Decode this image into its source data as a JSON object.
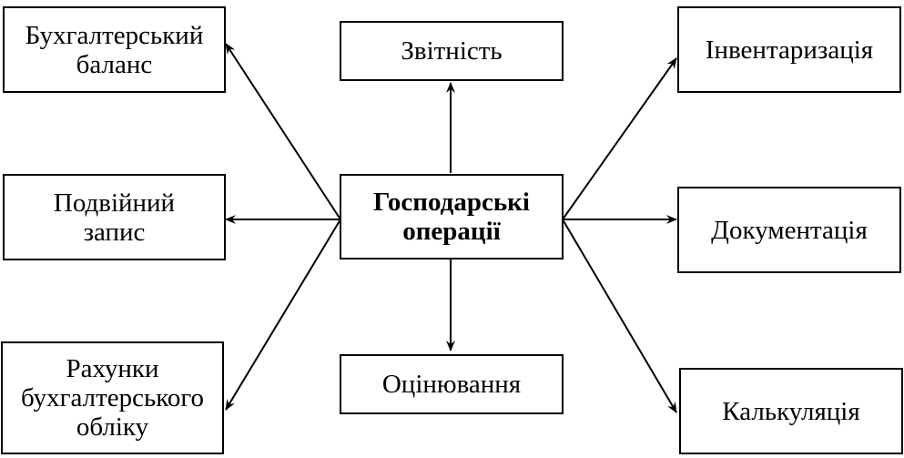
{
  "diagram": {
    "center": "Господарські\nоперації",
    "nodes": {
      "balance": "Бухгалтерський\nбаланс",
      "double_entry": "Подвійний\nзапис",
      "accounts": "Рахунки\nбухгалтерського\nобліку",
      "reporting": "Звітність",
      "valuation": "Оцінювання",
      "inventory": "Інвентаризація",
      "documentation": "Документація",
      "costing": "Калькуляція"
    }
  }
}
